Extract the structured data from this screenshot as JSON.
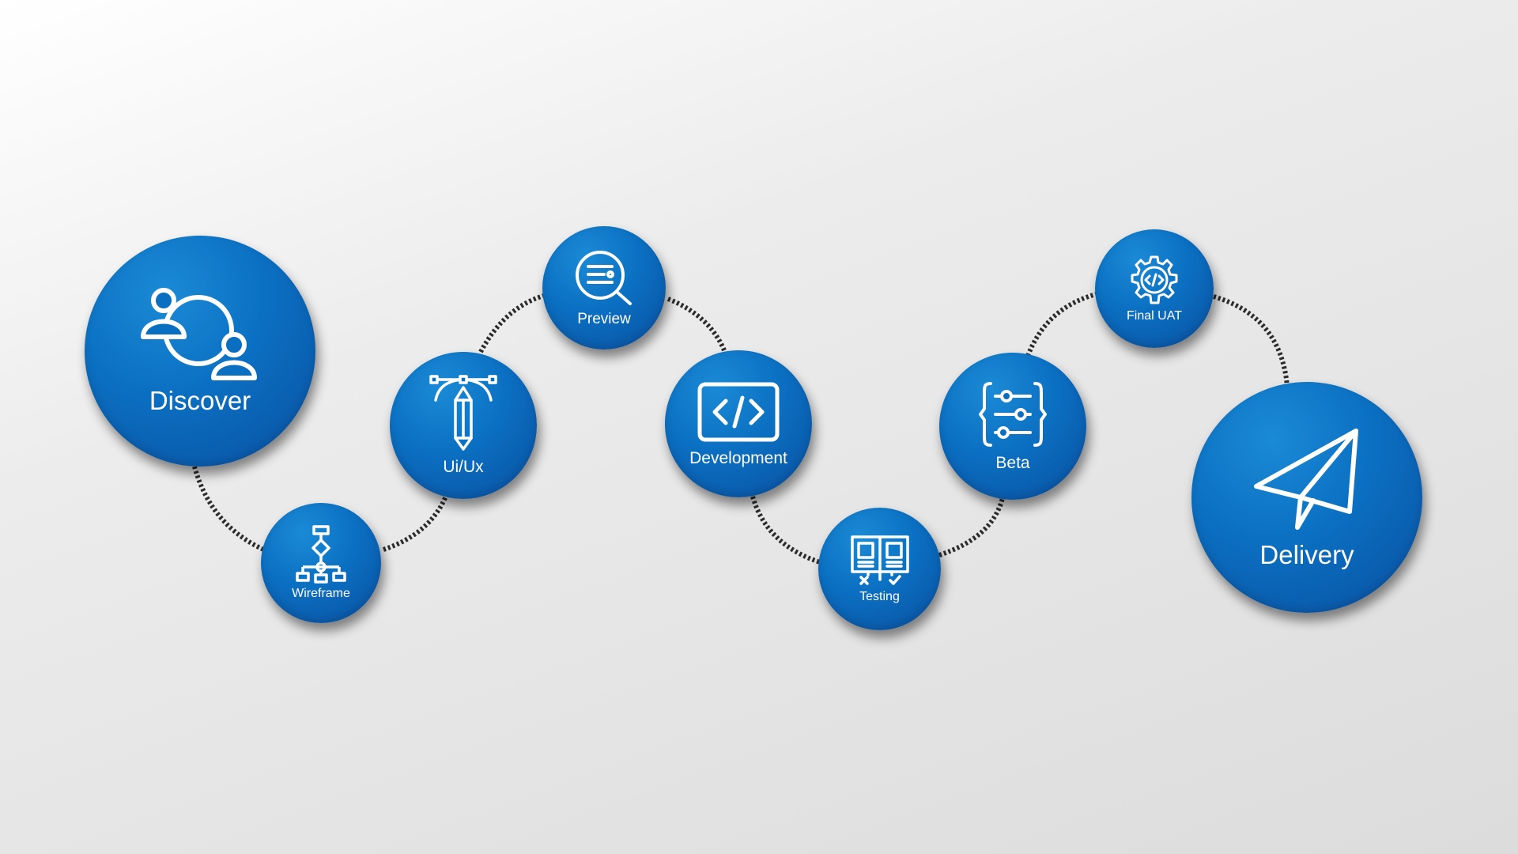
{
  "diagram": {
    "connector_color": "#2b2b2b",
    "node_color": "#0b6fc1",
    "steps": [
      {
        "id": "discover",
        "label": "Discover",
        "icon": "users-network-icon"
      },
      {
        "id": "wireframe",
        "label": "Wireframe",
        "icon": "flowchart-icon"
      },
      {
        "id": "uiux",
        "label": "Ui/Ux",
        "icon": "pen-tool-icon"
      },
      {
        "id": "preview",
        "label": "Preview",
        "icon": "magnifier-document-icon"
      },
      {
        "id": "development",
        "label": "Development",
        "icon": "code-brackets-icon"
      },
      {
        "id": "testing",
        "label": "Testing",
        "icon": "test-board-icon"
      },
      {
        "id": "beta",
        "label": "Beta",
        "icon": "sliders-braces-icon"
      },
      {
        "id": "final_uat",
        "label": "Final UAT",
        "icon": "gear-code-icon"
      },
      {
        "id": "delivery",
        "label": "Delivery",
        "icon": "paper-plane-icon"
      }
    ]
  }
}
